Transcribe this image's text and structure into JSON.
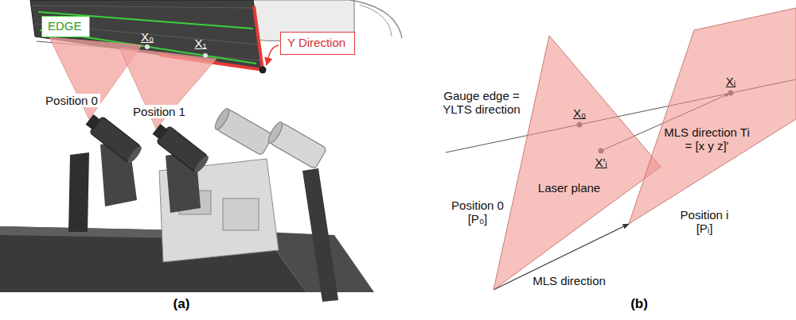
{
  "diagram": {
    "nodes": [
      {
        "text": [
          "EDGE"
        ]
      },
      {
        "text": [
          "Y Direction"
        ]
      },
      {
        "text": [
          "X₀",
          "X'ᵢ",
          "Laser plane"
        ]
      },
      {
        "text": [
          "Xᵢ",
          "MLS direction Ti = [x y z]'"
        ]
      }
    ],
    "edges": [
      {
        "from": 2,
        "to": 3,
        "arrow": "to",
        "label": "MLS direction"
      }
    ],
    "labels": [
      "X₀",
      "X₁",
      "Position 0",
      "Position 1",
      "(a)",
      "Gauge edge = YLTS direction",
      "Position 0 [P₀]",
      "Position i [Pᵢ]",
      "(b)"
    ]
  }
}
